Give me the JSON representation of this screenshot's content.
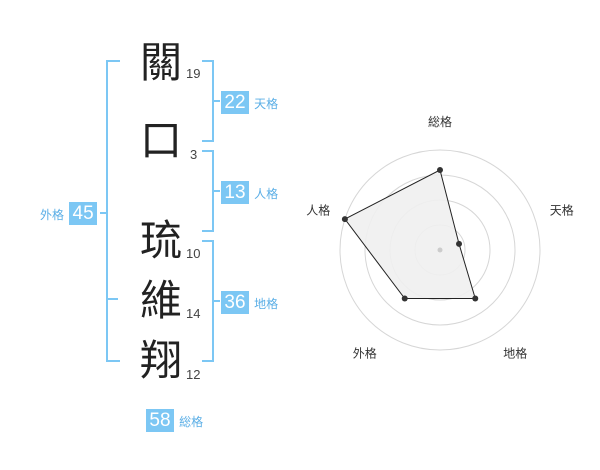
{
  "name": {
    "chars": [
      {
        "char": "關",
        "strokes": "19"
      },
      {
        "char": "口",
        "strokes": "3"
      },
      {
        "char": "琉",
        "strokes": "10"
      },
      {
        "char": "維",
        "strokes": "14"
      },
      {
        "char": "翔",
        "strokes": "12"
      }
    ]
  },
  "fortune": {
    "tenkaku": {
      "value": "22",
      "label": "天格"
    },
    "jinkaku": {
      "value": "13",
      "label": "人格"
    },
    "chikaku": {
      "value": "36",
      "label": "地格"
    },
    "gaikaku": {
      "value": "45",
      "label": "外格"
    },
    "soukaku": {
      "value": "58",
      "label": "総格"
    }
  },
  "chart_data": {
    "type": "radar",
    "axes": [
      "総格",
      "天格",
      "地格",
      "外格",
      "人格"
    ],
    "values": [
      4,
      1,
      3,
      3,
      5
    ],
    "range": [
      0,
      5
    ],
    "rings": 4,
    "colors": {
      "fill": "#f0f0f0",
      "stroke": "#222222",
      "grid": "#d6d6d6",
      "accent": "#7cc7f4"
    }
  }
}
